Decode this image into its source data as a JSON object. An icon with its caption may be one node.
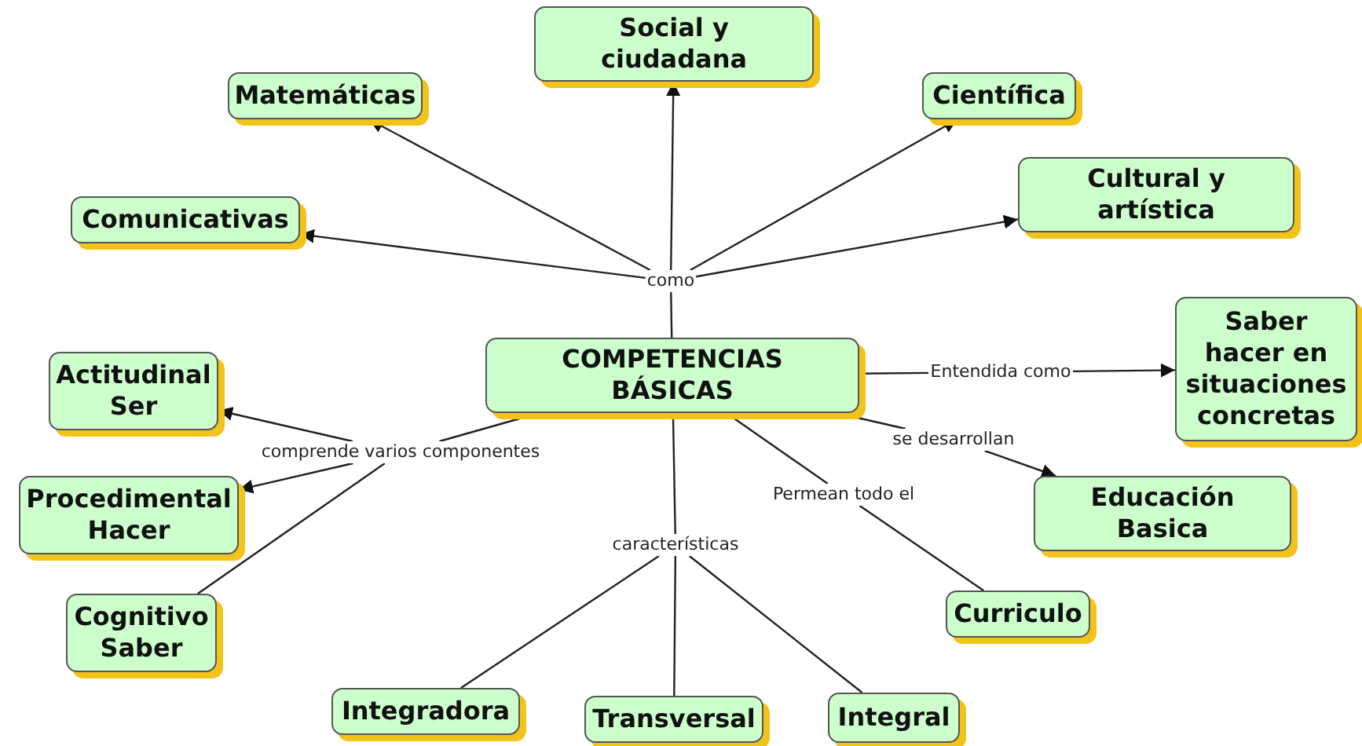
{
  "diagram": {
    "nodes": [
      {
        "text": [
          "Social y ciudadana"
        ]
      },
      {
        "text": [
          "Matemáticas"
        ]
      },
      {
        "text": [
          "Científica"
        ]
      },
      {
        "text": [
          "Cultural y artística"
        ]
      },
      {
        "text": [
          "Comunicativas"
        ]
      },
      {
        "text": [
          "como"
        ]
      },
      {
        "text": [
          "Saber hacer en situaciones concretas"
        ]
      },
      {
        "text": [
          "Actitudinal Ser"
        ]
      },
      {
        "text": [
          "COMPETENCIAS BÁSICAS"
        ]
      },
      {
        "text": [
          "Entendida como"
        ]
      },
      {
        "text": [
          "se desarrollan"
        ]
      },
      {
        "text": [
          "comprende varios componentes"
        ]
      },
      {
        "text": [
          "Procedimental Hacer"
        ]
      },
      {
        "text": [
          "Permean todo el"
        ]
      },
      {
        "text": [
          "Educación Basica"
        ]
      },
      {
        "text": [
          "características"
        ]
      },
      {
        "text": [
          "Curriculo"
        ]
      },
      {
        "text": [
          "Cognitivo Saber"
        ]
      },
      {
        "text": [
          "Integradora"
        ]
      },
      {
        "text": [
          "Transversal"
        ]
      },
      {
        "text": [
          "Integral"
        ]
      }
    ],
    "edges": [
      {
        "from": 8,
        "to": 5,
        "arrow": "none"
      },
      {
        "from": 5,
        "to": 0,
        "arrow": "to"
      },
      {
        "from": 5,
        "to": 1,
        "arrow": "to"
      },
      {
        "from": 5,
        "to": 2,
        "arrow": "to"
      },
      {
        "from": 5,
        "to": 3,
        "arrow": "to"
      },
      {
        "from": 5,
        "to": 4,
        "arrow": "to"
      },
      {
        "from": 8,
        "to": 9,
        "arrow": "none"
      },
      {
        "from": 9,
        "to": 6,
        "arrow": "to"
      },
      {
        "from": 8,
        "to": 10,
        "arrow": "none"
      },
      {
        "from": 10,
        "to": 14,
        "arrow": "to"
      },
      {
        "from": 8,
        "to": 13,
        "arrow": "none"
      },
      {
        "from": 13,
        "to": 16,
        "arrow": "none"
      },
      {
        "from": 8,
        "to": 15,
        "arrow": "none"
      },
      {
        "from": 15,
        "to": 18,
        "arrow": "none"
      },
      {
        "from": 15,
        "to": 19,
        "arrow": "none"
      },
      {
        "from": 15,
        "to": 20,
        "arrow": "none"
      },
      {
        "from": 8,
        "to": 11,
        "arrow": "none"
      },
      {
        "from": 11,
        "to": 7,
        "arrow": "to"
      },
      {
        "from": 11,
        "to": 12,
        "arrow": "to"
      },
      {
        "from": 11,
        "to": 17,
        "arrow": "none"
      }
    ]
  }
}
